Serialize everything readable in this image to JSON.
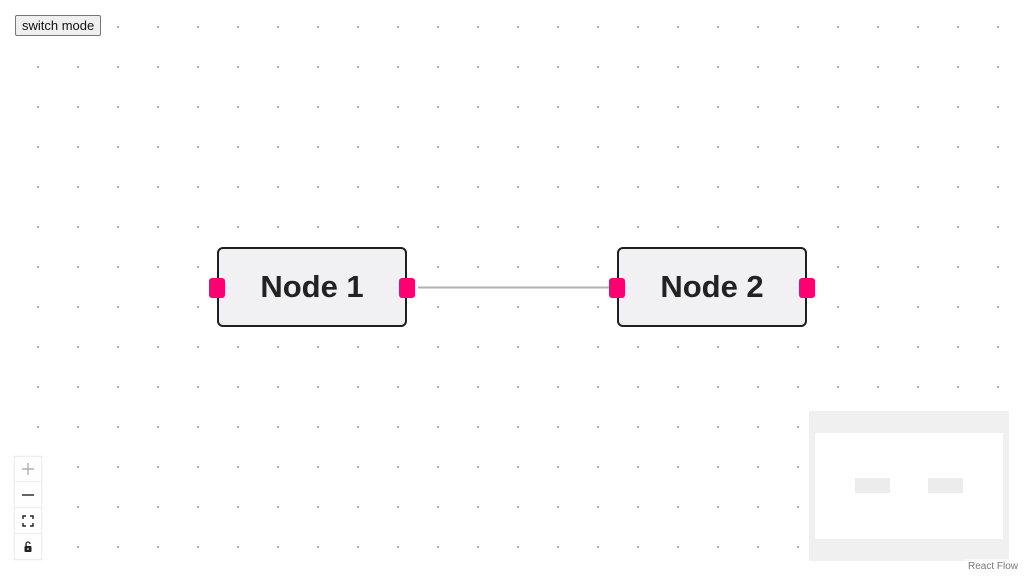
{
  "toolbar": {
    "switch_mode_label": "switch mode"
  },
  "nodes": [
    {
      "id": "1",
      "label": "Node 1"
    },
    {
      "id": "2",
      "label": "Node 2"
    }
  ],
  "edges": [
    {
      "source": "1",
      "target": "2"
    }
  ],
  "controls": {
    "zoom_in_icon": "plus-icon",
    "zoom_out_icon": "minus-icon",
    "fit_view_icon": "fit-view-icon",
    "interactivity_icon": "lock-icon"
  },
  "attribution": {
    "text": "React Flow"
  },
  "colors": {
    "handle": "#ff0072",
    "node_background": "#f1f1f3",
    "node_border": "#1f1f1f",
    "edge": "#b1b1b7",
    "minimap_background": "#f0f0f0",
    "minimap_node": "#ececec"
  }
}
